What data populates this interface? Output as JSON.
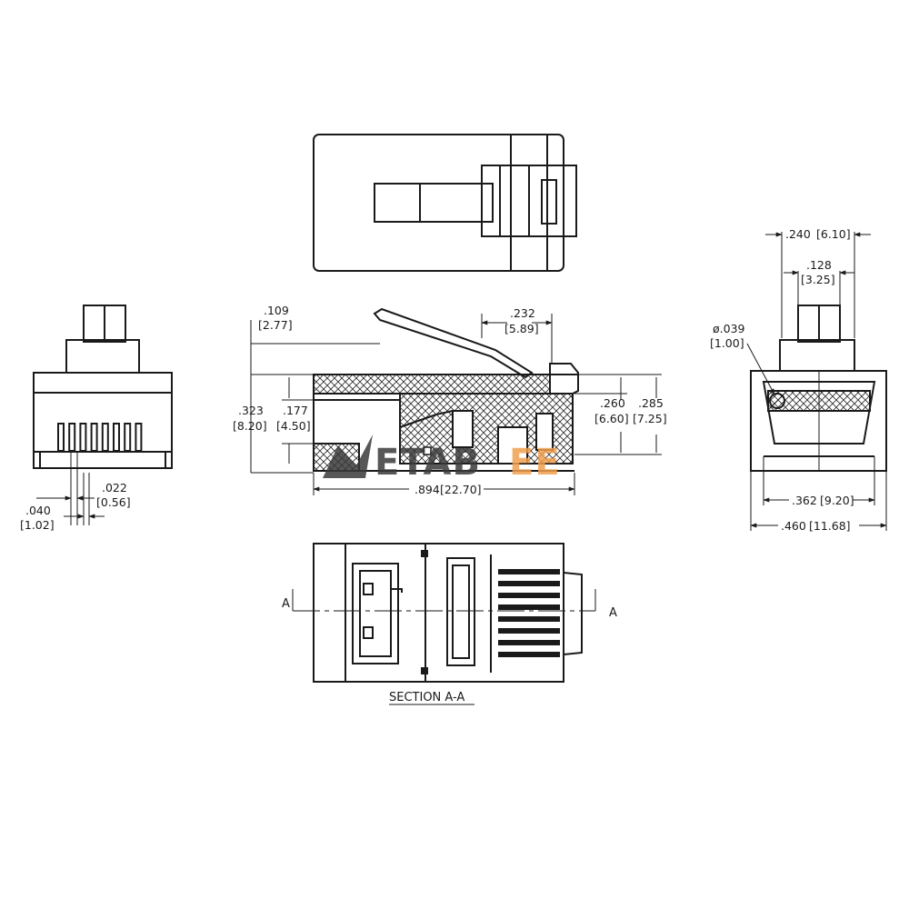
{
  "dimensions": {
    "pin_pitch": {
      "in": ".040",
      "mm": "[1.02]"
    },
    "pin_width": {
      "in": ".022",
      "mm": "[0.56]"
    },
    "latch_offset": {
      "in": ".109",
      "mm": "[2.77]"
    },
    "latch_width": {
      "in": ".232",
      "mm": "[5.89]"
    },
    "overall_height": {
      "in": ".323",
      "mm": "[8.20]"
    },
    "cable_opening": {
      "in": ".177",
      "mm": "[4.50]"
    },
    "body_height": {
      "in": ".260",
      "mm": "[6.60]"
    },
    "total_height": {
      "in": ".285",
      "mm": "[7.25]"
    },
    "overall_length": {
      "in": ".894",
      "mm": "[22.70]"
    },
    "tab_width": {
      "in": ".240",
      "mm": "[6.10]"
    },
    "tab_inner": {
      "in": ".128",
      "mm": "[3.25]"
    },
    "hole_dia": {
      "in": "ø.039",
      "mm": "[1.00]"
    },
    "inner_width": {
      "in": ".362",
      "mm": "[9.20]"
    },
    "overall_width": {
      "in": ".460",
      "mm": "[11.68]"
    }
  },
  "section": {
    "marker_left": "A",
    "marker_right": "A",
    "caption": "SECTION A-A"
  },
  "watermark": {
    "text": "METABEE",
    "colors": {
      "dark": "#3a3a3a",
      "accent": "#f0a050"
    }
  }
}
